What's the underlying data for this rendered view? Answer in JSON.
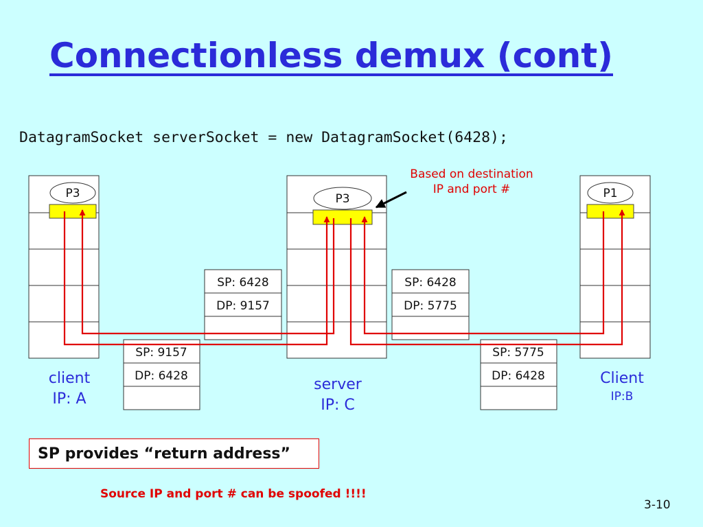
{
  "slide": {
    "title": "Connectionless demux (cont)",
    "code": "DatagramSocket serverSocket = new DatagramSocket(6428);",
    "note": [
      "Based on destination",
      "IP and port #"
    ],
    "hosts": {
      "client_a": {
        "process": "P3",
        "name": "client",
        "ip": "IP: A"
      },
      "server": {
        "process": "P3",
        "name": "server",
        "ip": "IP: C"
      },
      "client_b": {
        "process": "P1",
        "name": "Client",
        "ip": "IP:B"
      }
    },
    "segments": {
      "a_to_server": {
        "sp": "SP: 9157",
        "dp": "DP: 6428"
      },
      "server_to_a": {
        "sp": "SP: 6428",
        "dp": "DP: 9157"
      },
      "server_to_b": {
        "sp": "SP: 6428",
        "dp": "DP: 5775"
      },
      "b_to_server": {
        "sp": "SP: 5775",
        "dp": "DP: 6428"
      }
    },
    "callout": "SP provides “return address”",
    "spoof_note": "Source IP and port # can be spoofed !!!!",
    "page_number": "3-10"
  },
  "colors": {
    "background": "#ccffff",
    "title": "#2b2bd9",
    "arrow": "#e00000",
    "socket": "#ffff00"
  }
}
